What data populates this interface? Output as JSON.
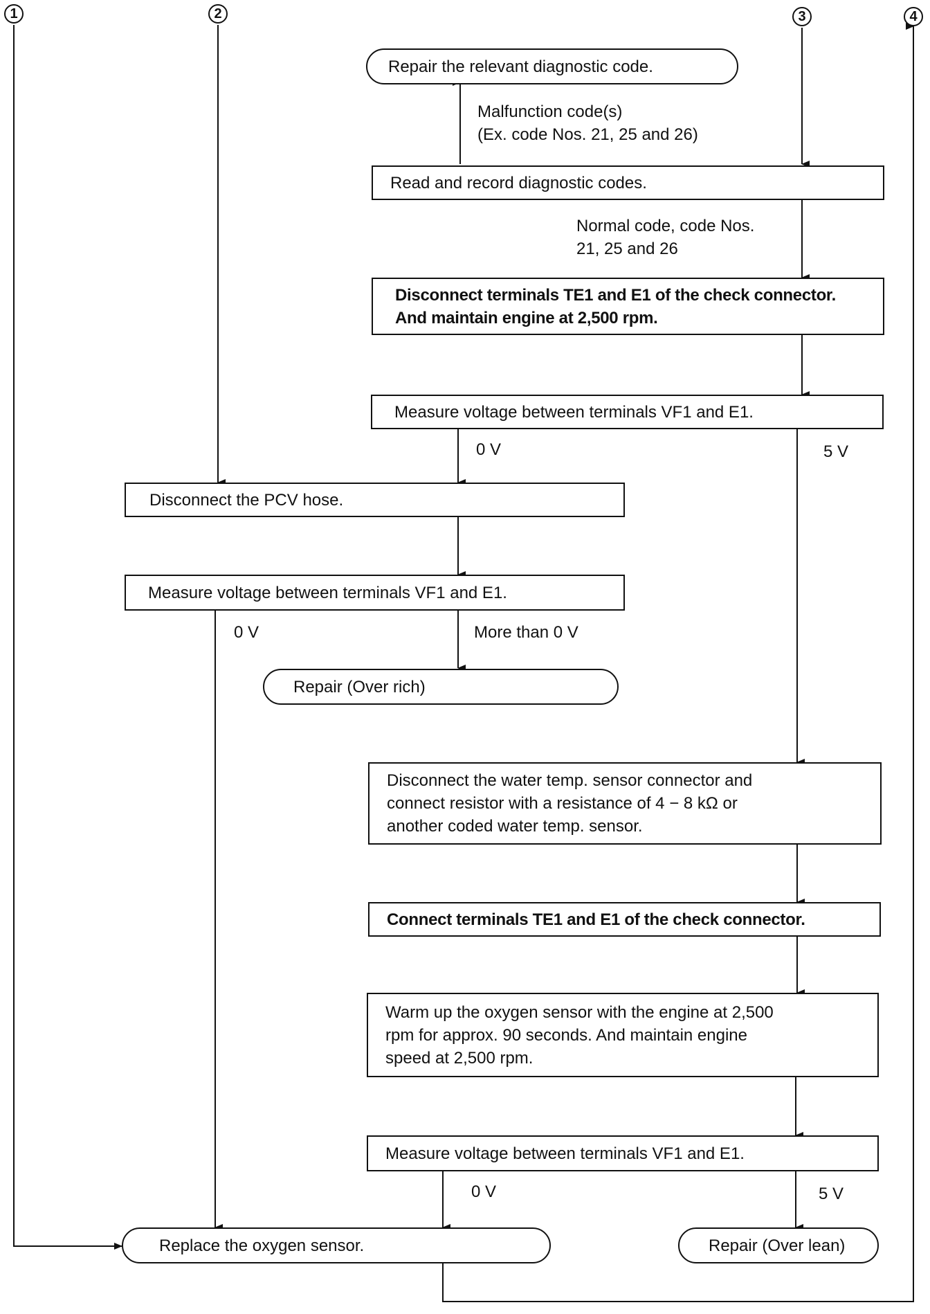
{
  "markers": [
    "1",
    "2",
    "3",
    "4"
  ],
  "terminals": {
    "repair_code": "Repair the relevant diagnostic code.",
    "over_rich": "Repair (Over rich)",
    "replace_sensor": "Replace the oxygen sensor.",
    "over_lean": "Repair (Over lean)"
  },
  "steps": {
    "read_codes": [
      "Read and record diagnostic codes."
    ],
    "disconnect_te1": [
      "Disconnect terminals TE1 and E1 of the check connector.",
      "And maintain engine at 2,500 rpm."
    ],
    "measure_1": [
      "Measure voltage between terminals VF1 and E1."
    ],
    "disconnect_pcv": [
      "Disconnect the PCV hose."
    ],
    "measure_2": [
      "Measure voltage between terminals VF1 and E1."
    ],
    "water_temp": [
      "Disconnect the water temp. sensor connector and",
      "connect resistor with a resistance of 4 − 8 kΩ or",
      "another coded water temp. sensor."
    ],
    "connect_te1": [
      "Connect terminals TE1 and E1 of the check connector."
    ],
    "warm_up": [
      "Warm up the oxygen sensor with the engine at 2,500",
      "rpm for approx.  90  seconds. And maintain engine",
      "speed at 2,500 rpm."
    ],
    "measure_3": [
      "Measure voltage between terminals VF1 and E1."
    ]
  },
  "labels": {
    "malfunction": [
      "Malfunction code(s)",
      "(Ex. code Nos. 21, 25 and 26)"
    ],
    "normal": [
      "Normal code, code Nos.",
      "21, 25 and 26"
    ],
    "zero_v_1": "0 V",
    "five_v_1": "5 V",
    "zero_v_2": "0 V",
    "more_than_zero": "More than 0 V",
    "zero_v_3": "0 V",
    "five_v_2": "5 V"
  }
}
